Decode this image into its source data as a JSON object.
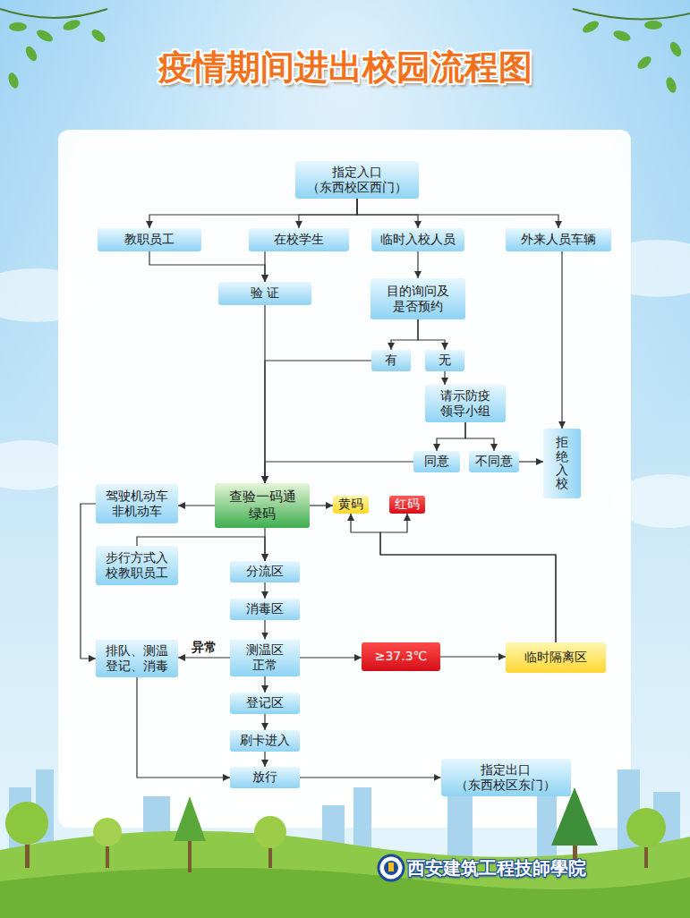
{
  "diagram": {
    "title": "疫情期间进出校园流程图",
    "nodes": [
      {
        "text": [
          "指定入口 （东西校区西门）"
        ]
      },
      {
        "text": [
          "教职员工"
        ]
      },
      {
        "text": [
          "在校学生"
        ]
      },
      {
        "text": [
          "临时入校人员"
        ]
      },
      {
        "text": [
          "外来人员车辆"
        ]
      },
      {
        "text": [
          "验 证"
        ]
      },
      {
        "text": [
          "目的询问及 是否预约"
        ]
      },
      {
        "text": [
          "有"
        ]
      },
      {
        "text": [
          "无"
        ]
      },
      {
        "text": [
          "请示防疫 领导小组"
        ]
      },
      {
        "text": [
          "同意"
        ]
      },
      {
        "text": [
          "不同意"
        ]
      },
      {
        "text": [
          "拒绝入校"
        ]
      },
      {
        "text": [
          "驾驶机动车 非机动车"
        ]
      },
      {
        "text": [
          "查验一码通 绿码"
        ]
      },
      {
        "text": [
          "黄码"
        ]
      },
      {
        "text": [
          "红码"
        ]
      },
      {
        "text": [
          "步行方式入 校教职员工"
        ]
      },
      {
        "text": [
          "分流区"
        ]
      },
      {
        "text": [
          "消毒区"
        ]
      },
      {
        "text": [
          "排队、测温 登记、消毒"
        ]
      },
      {
        "text": [
          "测温区",
          "正常"
        ]
      },
      {
        "text": [
          "≥37.3℃"
        ]
      },
      {
        "text": [
          "临时隔离区"
        ]
      },
      {
        "text": [
          "登记区"
        ]
      },
      {
        "text": [
          "刷卡进入"
        ]
      },
      {
        "text": [
          "放行"
        ]
      },
      {
        "text": [
          "指定出口 （东西校区东门）"
        ]
      }
    ],
    "edges": [
      {
        "from": 0,
        "to": 1,
        "arrow": "to"
      },
      {
        "from": 0,
        "to": 2,
        "arrow": "to"
      },
      {
        "from": 0,
        "to": 3,
        "arrow": "to"
      },
      {
        "from": 0,
        "to": 4,
        "arrow": "to"
      },
      {
        "from": 1,
        "to": 5,
        "arrow": "to"
      },
      {
        "from": 2,
        "to": 5,
        "arrow": "to"
      },
      {
        "from": 3,
        "to": 6,
        "arrow": "to"
      },
      {
        "from": 6,
        "to": 7,
        "arrow": "to"
      },
      {
        "from": 6,
        "to": 8,
        "arrow": "to"
      },
      {
        "from": 8,
        "to": 9,
        "arrow": "to"
      },
      {
        "from": 9,
        "to": 10,
        "arrow": "to"
      },
      {
        "from": 9,
        "to": 11,
        "arrow": "to"
      },
      {
        "from": 11,
        "to": 12,
        "arrow": "to"
      },
      {
        "from": 4,
        "to": 12,
        "arrow": "to"
      },
      {
        "from": 5,
        "to": 14,
        "arrow": "to"
      },
      {
        "from": 7,
        "to": 14,
        "arrow": "to"
      },
      {
        "from": 10,
        "to": 14,
        "arrow": "to"
      },
      {
        "from": 14,
        "to": 13,
        "arrow": "to"
      },
      {
        "from": 14,
        "to": 15,
        "arrow": "to"
      },
      {
        "from": 14,
        "to": 18,
        "arrow": "to"
      },
      {
        "from": 13,
        "to": 20,
        "arrow": "to"
      },
      {
        "from": 17,
        "to": 18,
        "arrow": "to"
      },
      {
        "from": 18,
        "to": 19,
        "arrow": "to"
      },
      {
        "from": 19,
        "to": 21,
        "arrow": "to"
      },
      {
        "from": 21,
        "to": 20,
        "label": "异常",
        "arrow": "to"
      },
      {
        "from": 21,
        "to": 22,
        "arrow": "to"
      },
      {
        "from": 22,
        "to": 23,
        "arrow": "to"
      },
      {
        "from": 23,
        "to": 15,
        "arrow": "to"
      },
      {
        "from": 23,
        "to": 16,
        "arrow": "to"
      },
      {
        "from": 21,
        "to": 24,
        "arrow": "to"
      },
      {
        "from": 24,
        "to": 25,
        "arrow": "to"
      },
      {
        "from": 25,
        "to": 26,
        "arrow": "to"
      },
      {
        "from": 20,
        "to": 26,
        "arrow": "to"
      },
      {
        "from": 26,
        "to": 27,
        "arrow": "to"
      }
    ],
    "labels": [
      "西安建筑工程技師學院"
    ]
  }
}
